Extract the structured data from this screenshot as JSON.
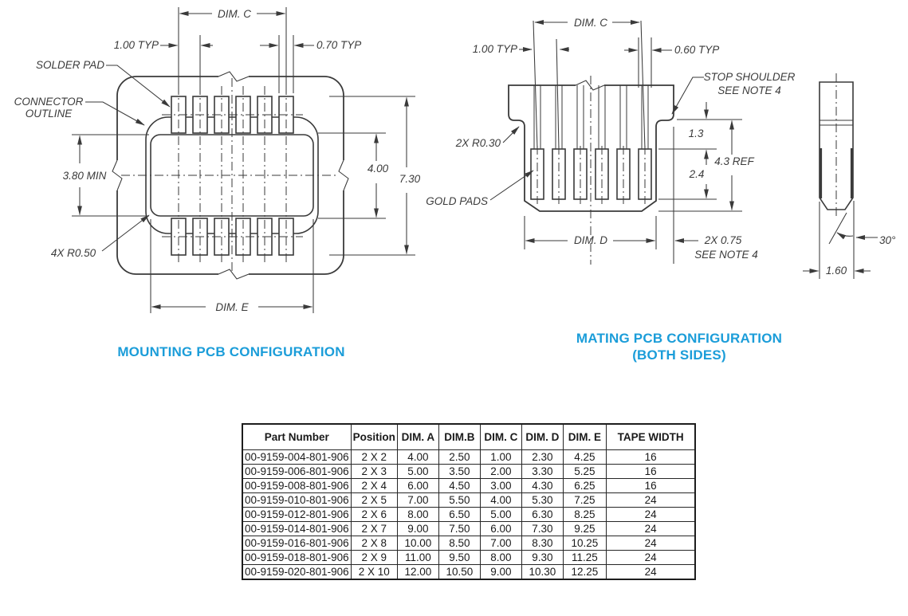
{
  "colors": {
    "accent": "#1b9dd9",
    "line": "#3a3a3a"
  },
  "titles": {
    "mounting": "MOUNTING PCB CONFIGURATION",
    "mating_line1": "MATING PCB CONFIGURATION",
    "mating_line2": "(BOTH SIDES)"
  },
  "mounting": {
    "dim_c": "DIM. C",
    "typ_pitch": "1.00 TYP",
    "typ_pad": "0.70 TYP",
    "solder_pad": "SOLDER PAD",
    "connector_line1": "CONNECTOR",
    "connector_line2": "OUTLINE",
    "slot_min": "3.80 MIN",
    "corner_radius": "4X R0.50",
    "pad_span": "4.00",
    "outer_span": "7.30",
    "dim_e": "DIM. E"
  },
  "mating": {
    "dim_c": "DIM. C",
    "typ_pitch": "1.00 TYP",
    "typ_pad": "0.60 TYP",
    "stop_shoulder_line1": "STOP SHOULDER",
    "stop_shoulder_line2": "SEE NOTE 4",
    "shoulder_radius": "2X R0.30",
    "gold_pads": "GOLD PADS",
    "dim_1_3": "1.3",
    "dim_4_3_ref": "4.3 REF",
    "dim_2_4": "2.4",
    "dim_d": "DIM. D",
    "offset_line1": "2X 0.75",
    "offset_line2": "SEE NOTE 4"
  },
  "pin": {
    "angle": "30°",
    "tip_width": "1.60"
  },
  "table": {
    "headers": [
      "Part Number",
      "Position",
      "DIM. A",
      "DIM.B",
      "DIM. C",
      "DIM. D",
      "DIM. E",
      "TAPE WIDTH"
    ],
    "rows": [
      [
        "00-9159-004-801-906",
        "2 X 2",
        "4.00",
        "2.50",
        "1.00",
        "2.30",
        "4.25",
        "16"
      ],
      [
        "00-9159-006-801-906",
        "2 X 3",
        "5.00",
        "3.50",
        "2.00",
        "3.30",
        "5.25",
        "16"
      ],
      [
        "00-9159-008-801-906",
        "2 X 4",
        "6.00",
        "4.50",
        "3.00",
        "4.30",
        "6.25",
        "16"
      ],
      [
        "00-9159-010-801-906",
        "2 X 5",
        "7.00",
        "5.50",
        "4.00",
        "5.30",
        "7.25",
        "24"
      ],
      [
        "00-9159-012-801-906",
        "2 X 6",
        "8.00",
        "6.50",
        "5.00",
        "6.30",
        "8.25",
        "24"
      ],
      [
        "00-9159-014-801-906",
        "2 X 7",
        "9.00",
        "7.50",
        "6.00",
        "7.30",
        "9.25",
        "24"
      ],
      [
        "00-9159-016-801-906",
        "2 X 8",
        "10.00",
        "8.50",
        "7.00",
        "8.30",
        "10.25",
        "24"
      ],
      [
        "00-9159-018-801-906",
        "2 X 9",
        "11.00",
        "9.50",
        "8.00",
        "9.30",
        "11.25",
        "24"
      ],
      [
        "00-9159-020-801-906",
        "2 X 10",
        "12.00",
        "10.50",
        "9.00",
        "10.30",
        "12.25",
        "24"
      ]
    ]
  }
}
